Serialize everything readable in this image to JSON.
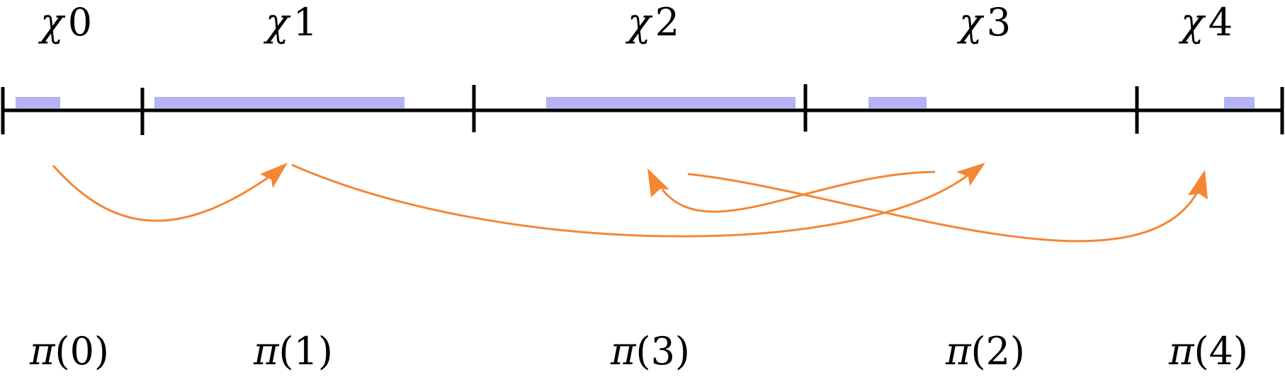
{
  "diagram": {
    "chi_symbol": "χ",
    "pi_symbol": "π",
    "top_labels": [
      {
        "sym": "χ",
        "sub": "0"
      },
      {
        "sym": "χ",
        "sub": "1"
      },
      {
        "sym": "χ",
        "sub": "2"
      },
      {
        "sym": "χ",
        "sub": "3"
      },
      {
        "sym": "χ",
        "sub": "4"
      }
    ],
    "bottom_labels": [
      {
        "sym": "π",
        "arg": "(0)"
      },
      {
        "sym": "π",
        "arg": "(1)"
      },
      {
        "sym": "π",
        "arg": "(3)"
      },
      {
        "sym": "π",
        "arg": "(2)"
      },
      {
        "sym": "π",
        "arg": "(4)"
      }
    ],
    "colors": {
      "axis": "#000000",
      "segment": "#b3b3f5",
      "arrow": "#f58634"
    }
  }
}
